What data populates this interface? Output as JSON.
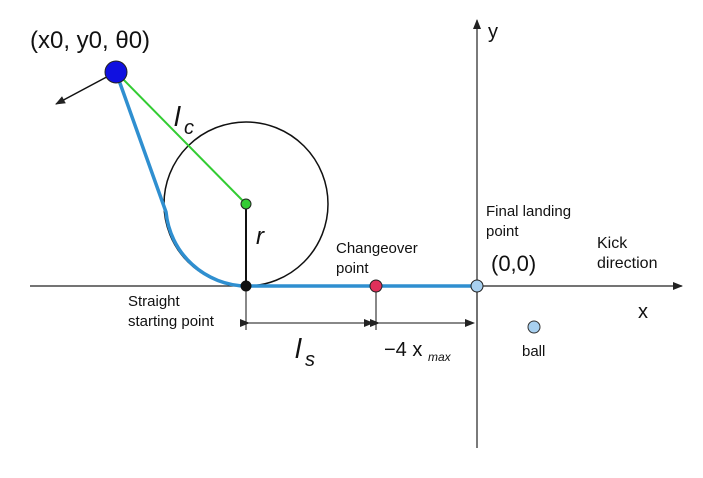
{
  "diagram": {
    "labels": {
      "start_pose": "(x0, y0, θ0)",
      "y_axis": "y",
      "x_axis": "x",
      "lc": "l",
      "lc_sub": "c",
      "r": "r",
      "changeover_line1": "Changeover",
      "changeover_line2": "point",
      "final_line1": "Final landing",
      "final_line2": "point",
      "origin": "(0,0)",
      "kick_line1": "Kick",
      "kick_line2": "direction",
      "straight_line1": "Straight",
      "straight_line2": "starting point",
      "ls": "l",
      "ls_sub": "s",
      "xmax": "−4 x",
      "xmax_sub": "max",
      "ball": "ball"
    },
    "colors": {
      "path": "#2f8fd0",
      "lc_line": "#33cc33",
      "start_point": "#1010e0",
      "center_point": "#33cc33",
      "changeover_point": "#e0305a",
      "final_point": "#a8d0f0",
      "ball": "#a8d0f0",
      "axes": "#222222"
    }
  }
}
